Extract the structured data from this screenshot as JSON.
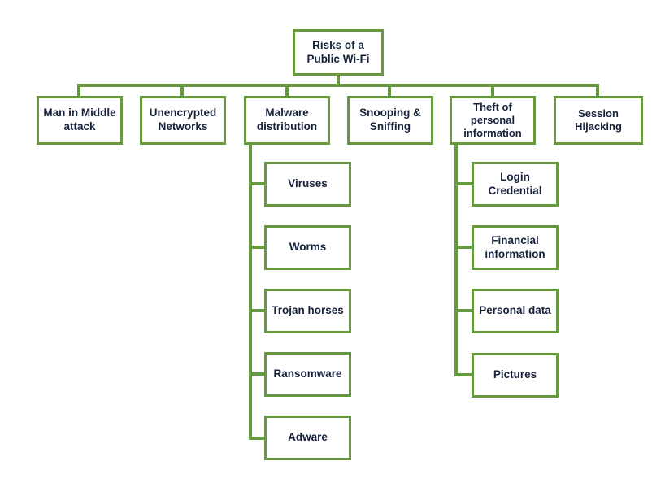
{
  "diagram": {
    "title": "Risks of a Public Wi-Fi",
    "accent_color": "#679a40",
    "text_color": "#16213c",
    "background_color": "#ffffff",
    "root": {
      "label": "Risks of a Public Wi-Fi"
    },
    "level1": [
      {
        "label": "Man in Middle attack"
      },
      {
        "label": "Unencrypted Networks"
      },
      {
        "label": "Malware distribution"
      },
      {
        "label": "Snooping & Sniffing"
      },
      {
        "label": "Theft of personal information"
      },
      {
        "label": "Session Hijacking"
      }
    ],
    "malware_children": [
      {
        "label": "Viruses"
      },
      {
        "label": "Worms"
      },
      {
        "label": "Trojan horses"
      },
      {
        "label": "Ransomware"
      },
      {
        "label": "Adware"
      }
    ],
    "theft_children": [
      {
        "label": "Login Credential"
      },
      {
        "label": "Financial information"
      },
      {
        "label": "Personal data"
      },
      {
        "label": "Pictures"
      }
    ]
  }
}
